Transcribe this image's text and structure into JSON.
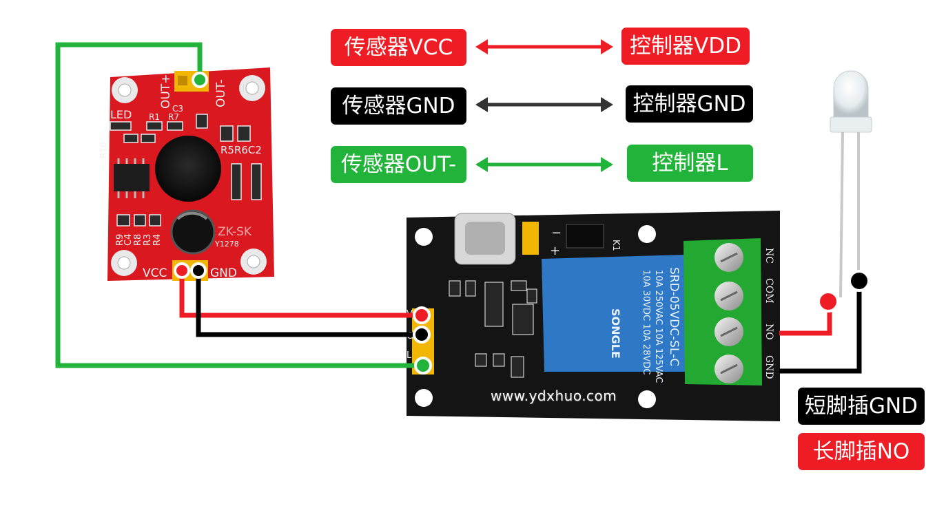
{
  "connections": [
    {
      "from": "传感器VCC",
      "to": "控制器VDD",
      "color": "#ee1c24"
    },
    {
      "from": "传感器GND",
      "to": "控制器GND",
      "color": "#333333"
    },
    {
      "from": "传感器OUT-",
      "to": "控制器L",
      "color": "#21b33a"
    }
  ],
  "sensor_board": {
    "silk": {
      "led": "LED",
      "r10": "R10",
      "r1": "R1",
      "r7": "R7",
      "c3": "C3",
      "r5r6c2": "R5R6C2",
      "out_plus": "OUT+",
      "out_minus": "OUT-",
      "vcc": "VCC",
      "gnd": "GND",
      "r9": "R9",
      "c4": "C4",
      "r8": "R8",
      "r3": "R3",
      "r4": "R4",
      "brand": "ZK-SK",
      "model": "Y1278"
    }
  },
  "relay_board": {
    "header_pins": [
      "V",
      "G",
      "L"
    ],
    "header_pins_top": [
      "−",
      "+"
    ],
    "k1": "K1",
    "relay_lines": [
      "SRD-05VDC-SL-C",
      "10A 250VAC  10A 125VAC",
      "10A  30VDC  10A 28VDC"
    ],
    "relay_brand": "SONGLE",
    "terminals": [
      "NC",
      "COM",
      "NO",
      "GND"
    ],
    "watermark": "www.ydxhuo.com"
  },
  "led_labels": [
    {
      "text": "短脚插GND",
      "color": "#000000"
    },
    {
      "text": "长脚插NO",
      "color": "#ee1c24"
    }
  ],
  "colors": {
    "red": "#ee1c24",
    "black": "#000000",
    "green": "#21b33a",
    "sensor_pcb": "#d9181f",
    "relay_pcb": "#141414",
    "relay_blue": "#2e78c6",
    "terminal_green": "#23a832"
  }
}
